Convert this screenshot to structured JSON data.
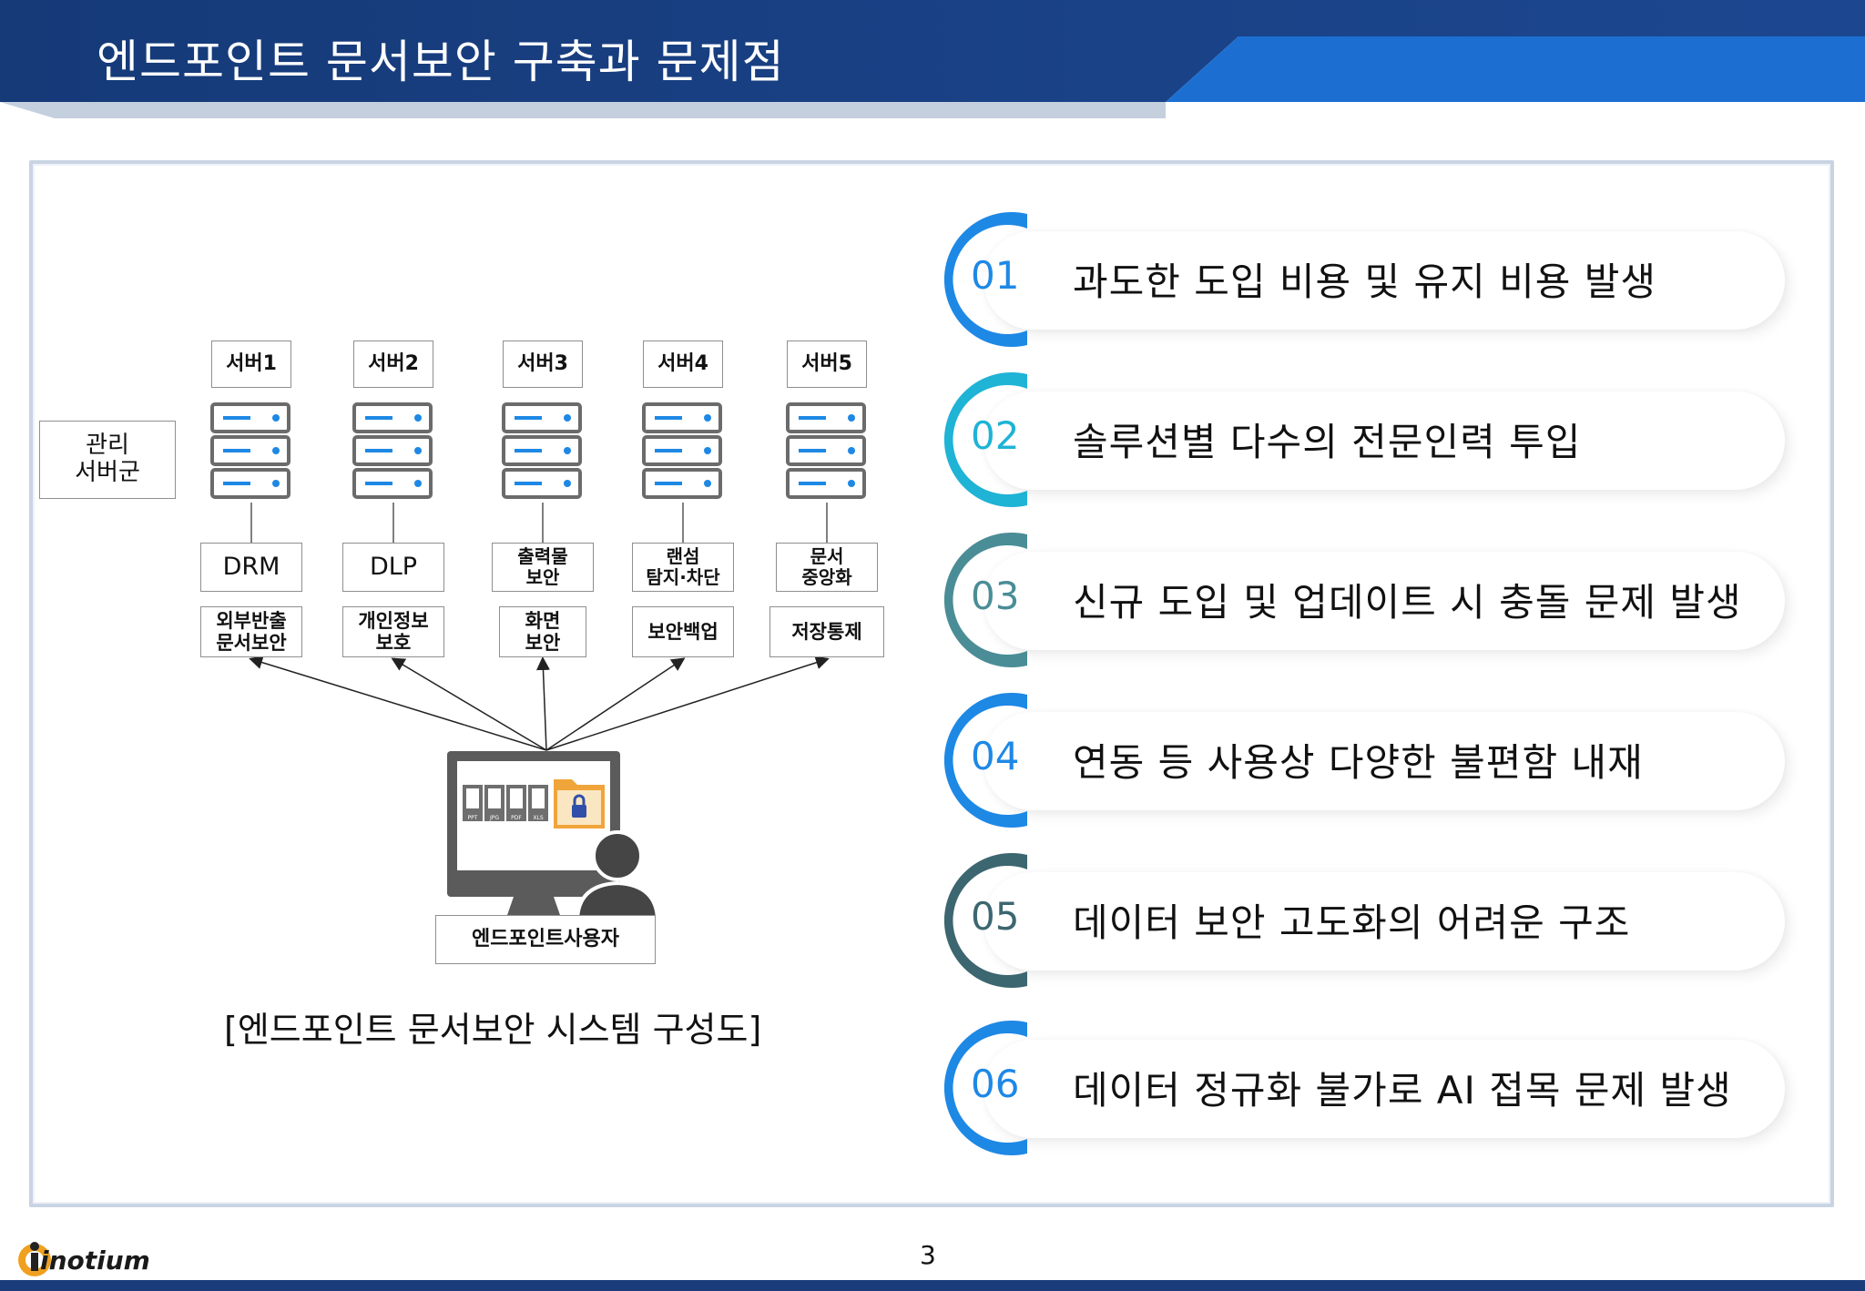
{
  "header": {
    "title": "엔드포인트 문서보안 구축과 문제점"
  },
  "diagram": {
    "admin_group": "관리\n서버군",
    "servers": [
      {
        "label": "서버1",
        "module": "DRM",
        "function": "외부반출\n문서보안"
      },
      {
        "label": "서버2",
        "module": "DLP",
        "function": "개인정보\n보호"
      },
      {
        "label": "서버3",
        "module": "출력물\n보안",
        "function": "화면\n보안"
      },
      {
        "label": "서버4",
        "module": "랜섬\n탐지·차단",
        "function": "보안백업"
      },
      {
        "label": "서버5",
        "module": "문서\n중앙화",
        "function": "저장통제"
      }
    ],
    "file_types": [
      "PPT",
      "JPG",
      "PDF",
      "XLS"
    ],
    "endpoint_user": "엔드포인트사용자",
    "caption": "[엔드포인트 문서보안 시스템 구성도]"
  },
  "issues": [
    {
      "num": "01",
      "text": "과도한 도입 비용 및 유지 비용 발생",
      "color": "#1e88e5"
    },
    {
      "num": "02",
      "text": "솔루션별 다수의 전문인력 투입",
      "color": "#1fb3d6"
    },
    {
      "num": "03",
      "text": "신규 도입 및 업데이트 시 충돌 문제 발생",
      "color": "#4a8d96"
    },
    {
      "num": "04",
      "text": "연동 등 사용상 다양한 불편함 내재",
      "color": "#1e88e5"
    },
    {
      "num": "05",
      "text": "데이터 보안 고도화의 어려운 구조",
      "color": "#3c6670"
    },
    {
      "num": "06",
      "text": "데이터 정규화 불가로 AI 접목 문제 발생",
      "color": "#1e88e5"
    }
  ],
  "footer": {
    "page": "3",
    "logo": "inotium"
  },
  "colors": {
    "header_dark": "#1a3c7a",
    "header_light": "#1c6fd1",
    "accent": "#1e88e5"
  }
}
